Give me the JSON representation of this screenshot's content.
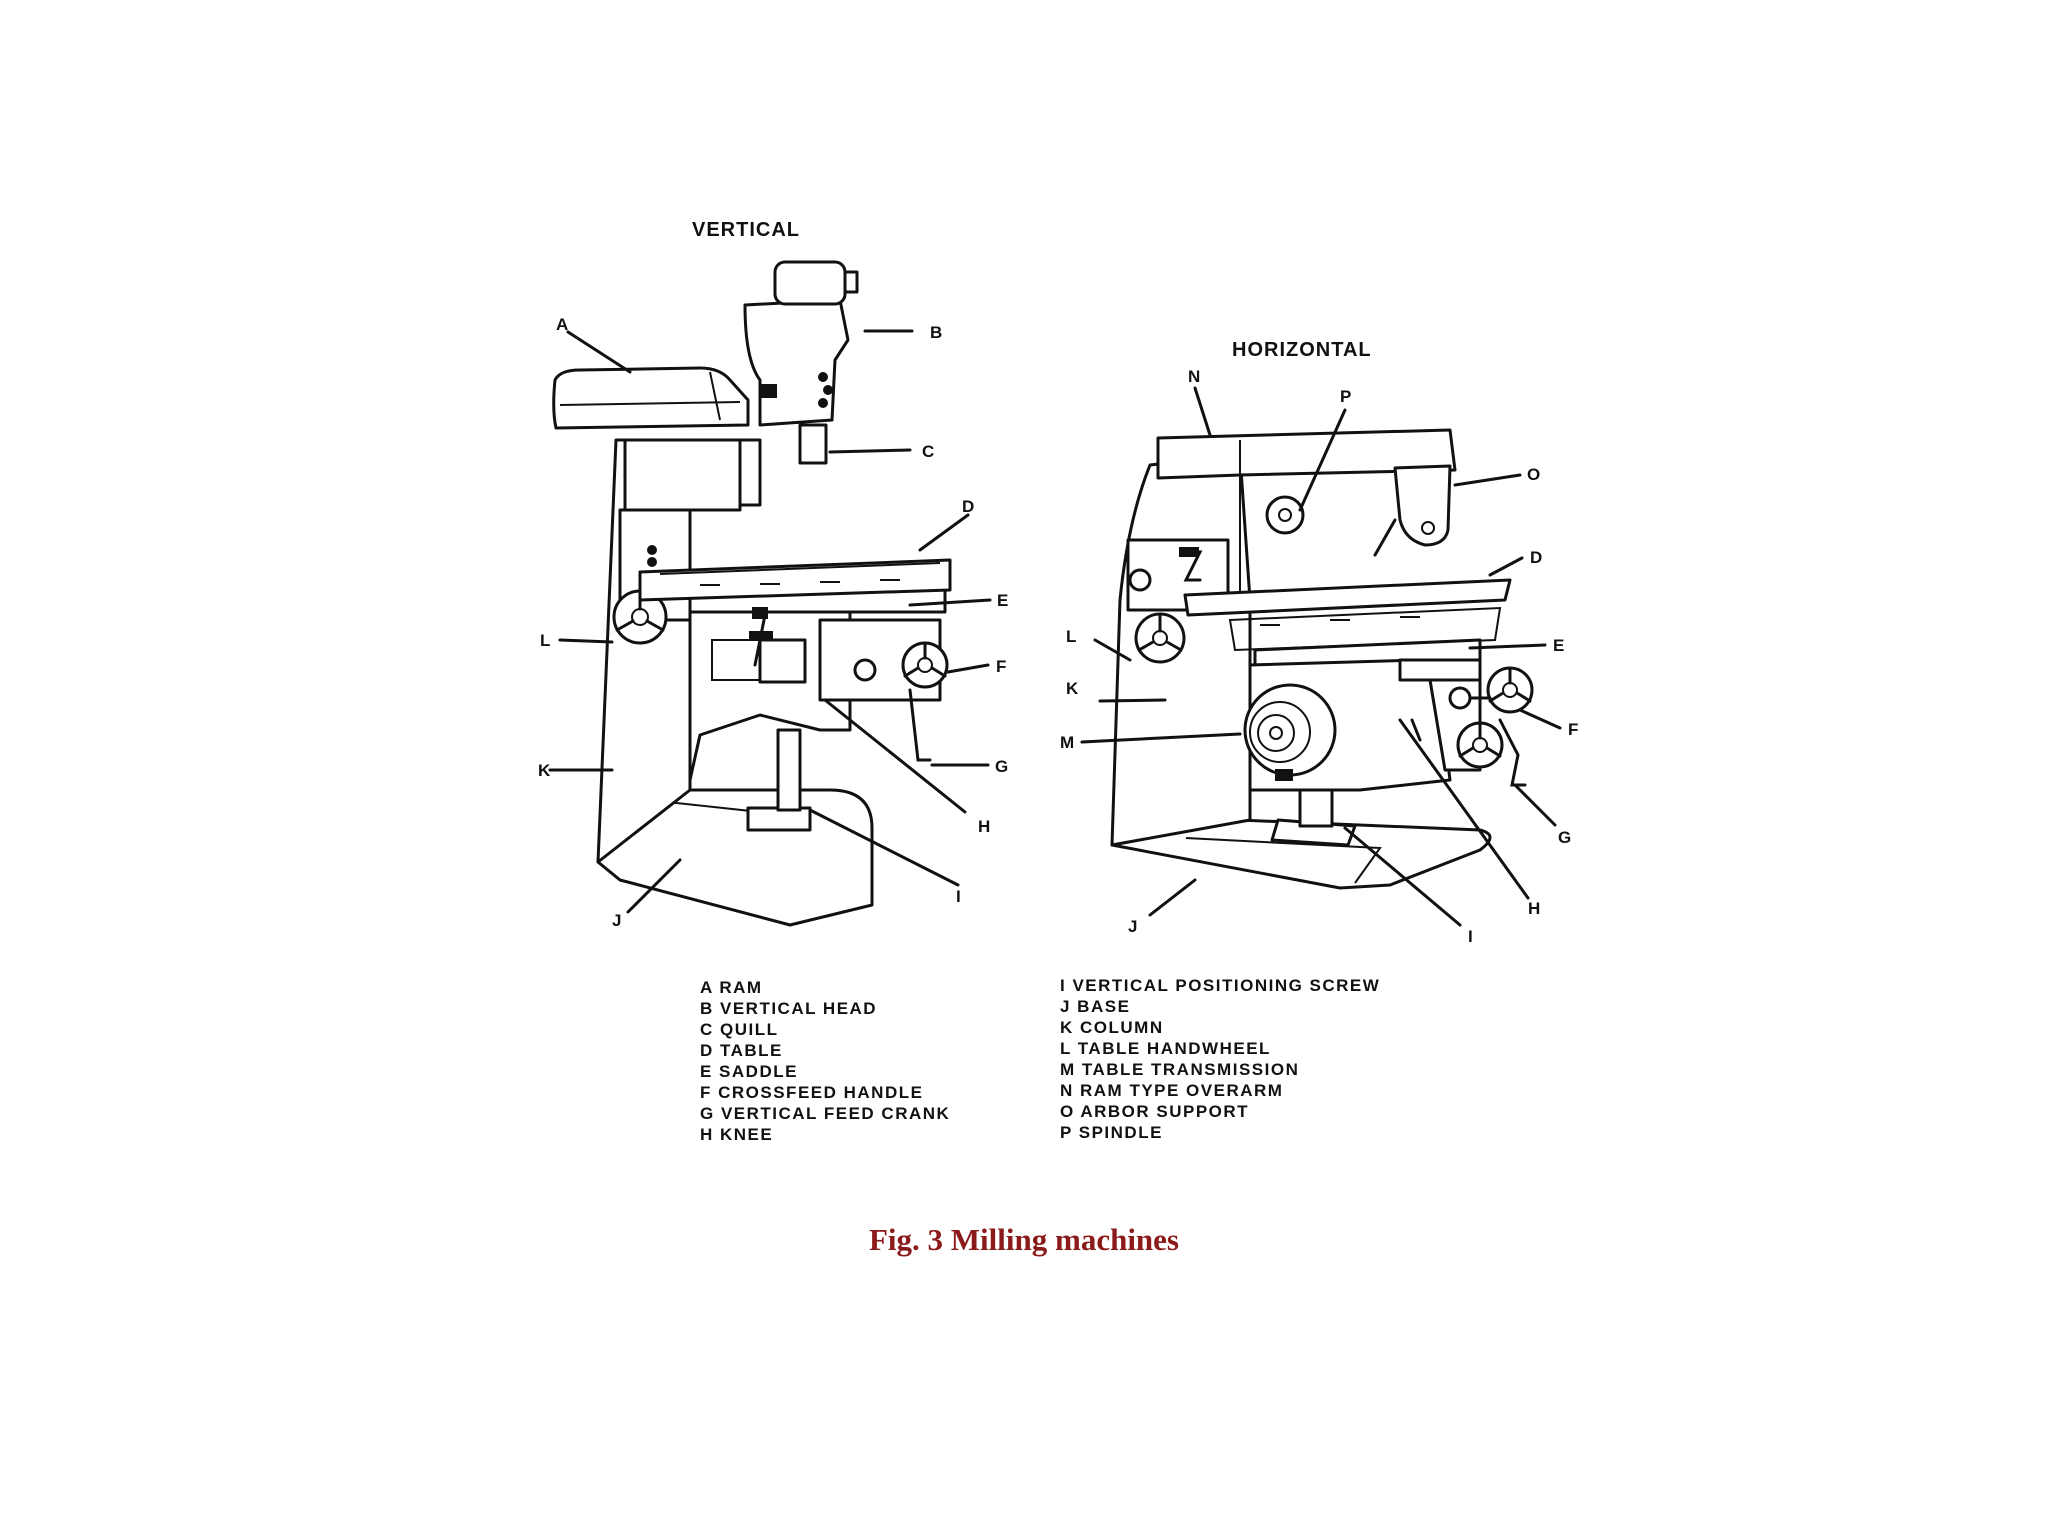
{
  "headings": {
    "vertical": "VERTICAL",
    "horizontal": "HORIZONTAL"
  },
  "callouts": [
    "A",
    "B",
    "C",
    "D",
    "E",
    "F",
    "G",
    "H",
    "I",
    "J",
    "K",
    "L",
    "M",
    "N",
    "O",
    "P"
  ],
  "legend_left": [
    "A RAM",
    "B VERTICAL HEAD",
    "C QUILL",
    "D TABLE",
    "E SADDLE",
    "F CROSSFEED HANDLE",
    "G VERTICAL FEED CRANK",
    "H KNEE"
  ],
  "legend_right": [
    "I VERTICAL POSITIONING SCREW",
    "J BASE",
    "K COLUMN",
    "L TABLE HANDWHEEL",
    "M TABLE TRANSMISSION",
    "N RAM TYPE OVERARM",
    "O ARBOR SUPPORT",
    "P SPINDLE"
  ],
  "caption": "Fig.  3  Milling machines",
  "colors": {
    "caption": "#8b1a1a",
    "line": "#111111",
    "background": "#ffffff"
  }
}
